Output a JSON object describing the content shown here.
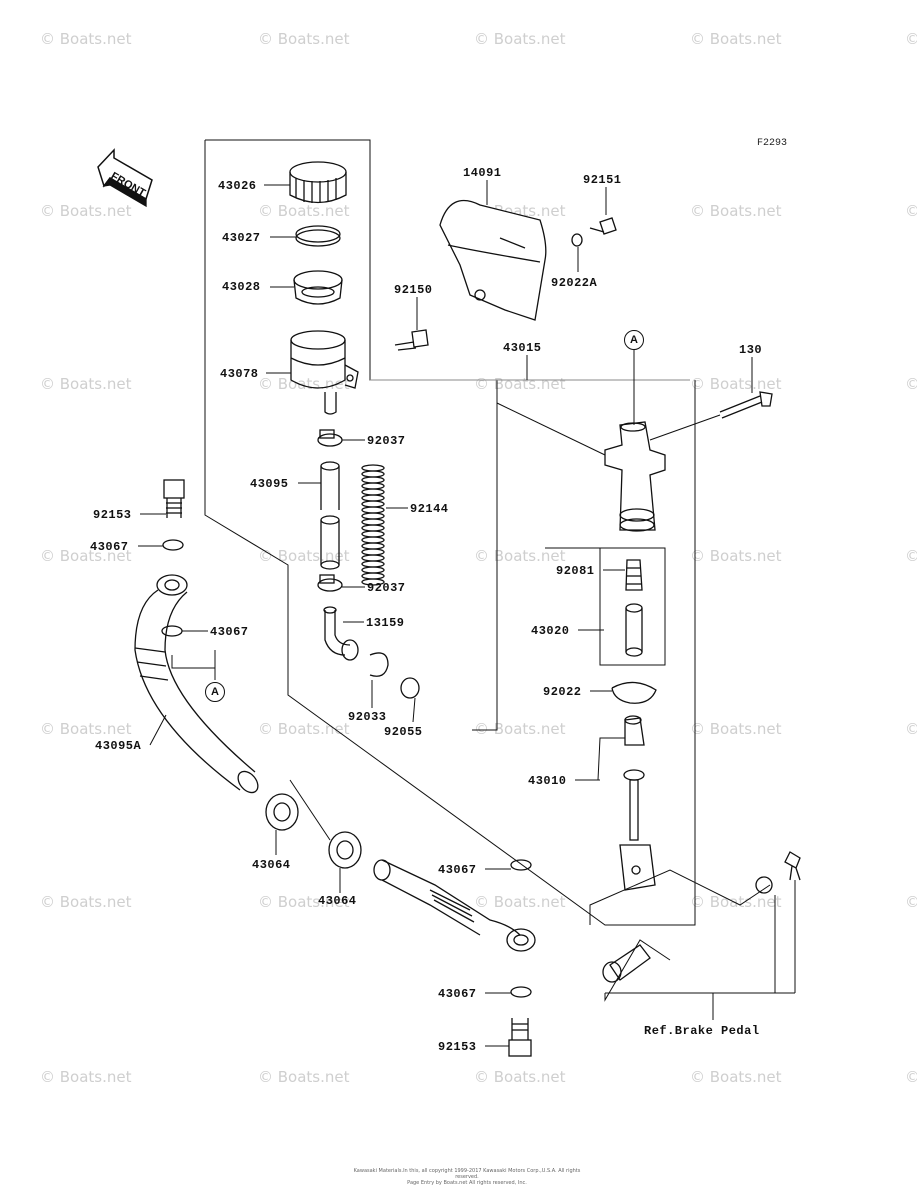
{
  "diagram": {
    "code": "F2293",
    "front_label": "FRONT",
    "ref_label": "Ref.Brake Pedal",
    "ref_marker": "A",
    "copyright_line1": "Kawasaki Materials.In this, all copyright 1999-2017 Kawasaki Motors Corp.,U.S.A. All rights reserved.",
    "copyright_line2": "Page Entry by Boats.net All rights reserved, Inc."
  },
  "watermark": "© Boats.net",
  "parts": [
    {
      "id": "p43026",
      "number": "43026"
    },
    {
      "id": "p14091",
      "number": "14091"
    },
    {
      "id": "p92151",
      "number": "92151"
    },
    {
      "id": "p43027",
      "number": "43027"
    },
    {
      "id": "p92022A",
      "number": "92022A"
    },
    {
      "id": "p43028",
      "number": "43028"
    },
    {
      "id": "p92150",
      "number": "92150"
    },
    {
      "id": "p43015",
      "number": "43015"
    },
    {
      "id": "p130",
      "number": "130"
    },
    {
      "id": "p43078",
      "number": "43078"
    },
    {
      "id": "p92037a",
      "number": "92037"
    },
    {
      "id": "p43095",
      "number": "43095"
    },
    {
      "id": "p92144",
      "number": "92144"
    },
    {
      "id": "p92153a",
      "number": "92153"
    },
    {
      "id": "p43067a",
      "number": "43067"
    },
    {
      "id": "p92037b",
      "number": "92037"
    },
    {
      "id": "p92081",
      "number": "92081"
    },
    {
      "id": "p43067b",
      "number": "43067"
    },
    {
      "id": "p13159",
      "number": "13159"
    },
    {
      "id": "p43020",
      "number": "43020"
    },
    {
      "id": "p92022",
      "number": "92022"
    },
    {
      "id": "p92033",
      "number": "92033"
    },
    {
      "id": "p92055",
      "number": "92055"
    },
    {
      "id": "p43095A",
      "number": "43095A"
    },
    {
      "id": "p43010",
      "number": "43010"
    },
    {
      "id": "p43064a",
      "number": "43064"
    },
    {
      "id": "p43067c",
      "number": "43067"
    },
    {
      "id": "p43064b",
      "number": "43064"
    },
    {
      "id": "p43067d",
      "number": "43067"
    },
    {
      "id": "p92153b",
      "number": "92153"
    }
  ]
}
